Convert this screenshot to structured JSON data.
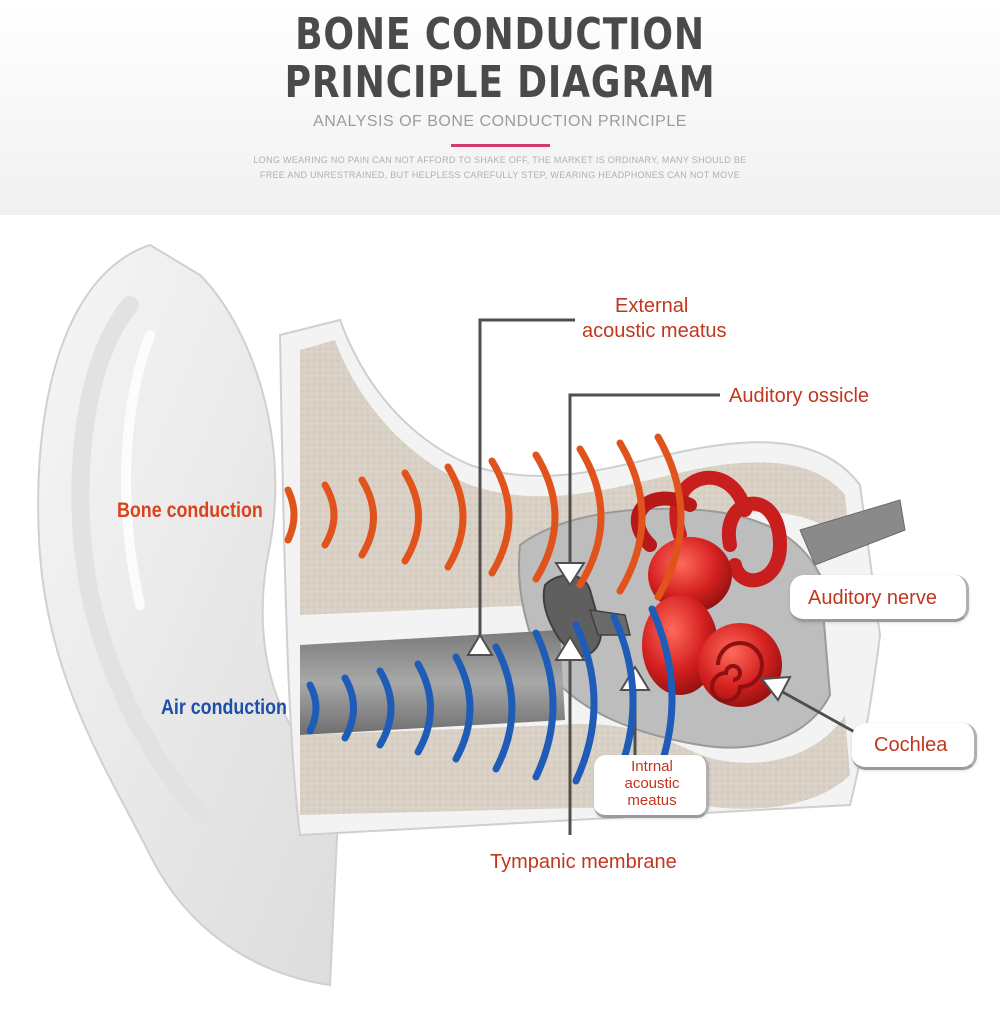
{
  "header": {
    "title_line1": "BONE CONDUCTION",
    "title_line2": "PRINCIPLE DIAGRAM",
    "subtitle": "ANALYSIS OF BONE CONDUCTION PRINCIPLE",
    "description_line1": "LONG WEARING NO PAIN CAN NOT AFFORD TO SHAKE OFF, THE MARKET IS ORDINARY, MANY SHOULD BE",
    "description_line2": "FREE AND UNRESTRAINED, BUT HELPLESS CAREFULLY STEP, WEARING HEADPHONES CAN NOT MOVE"
  },
  "labels": {
    "bone_conduction": "Bone conduction",
    "air_conduction": "Air conduction",
    "external_line1": "External",
    "external_line2": "acoustic meatus",
    "auditory_ossicle": "Auditory ossicle",
    "auditory_nerve": "Auditory nerve",
    "cochlea": "Cochlea",
    "internal_line1": "Intrnal",
    "internal_line2": "acoustic",
    "internal_line3": "meatus",
    "tympanic_membrane": "Tympanic membrane"
  },
  "colors": {
    "title": "#4a4a4a",
    "accent": "#d23c6b",
    "label_red": "#c2361e",
    "bone_wave": "#e0531c",
    "air_wave": "#1e5cb8",
    "inner_ear": "#c81e1e",
    "bone_tissue": "#d8d0c4"
  }
}
